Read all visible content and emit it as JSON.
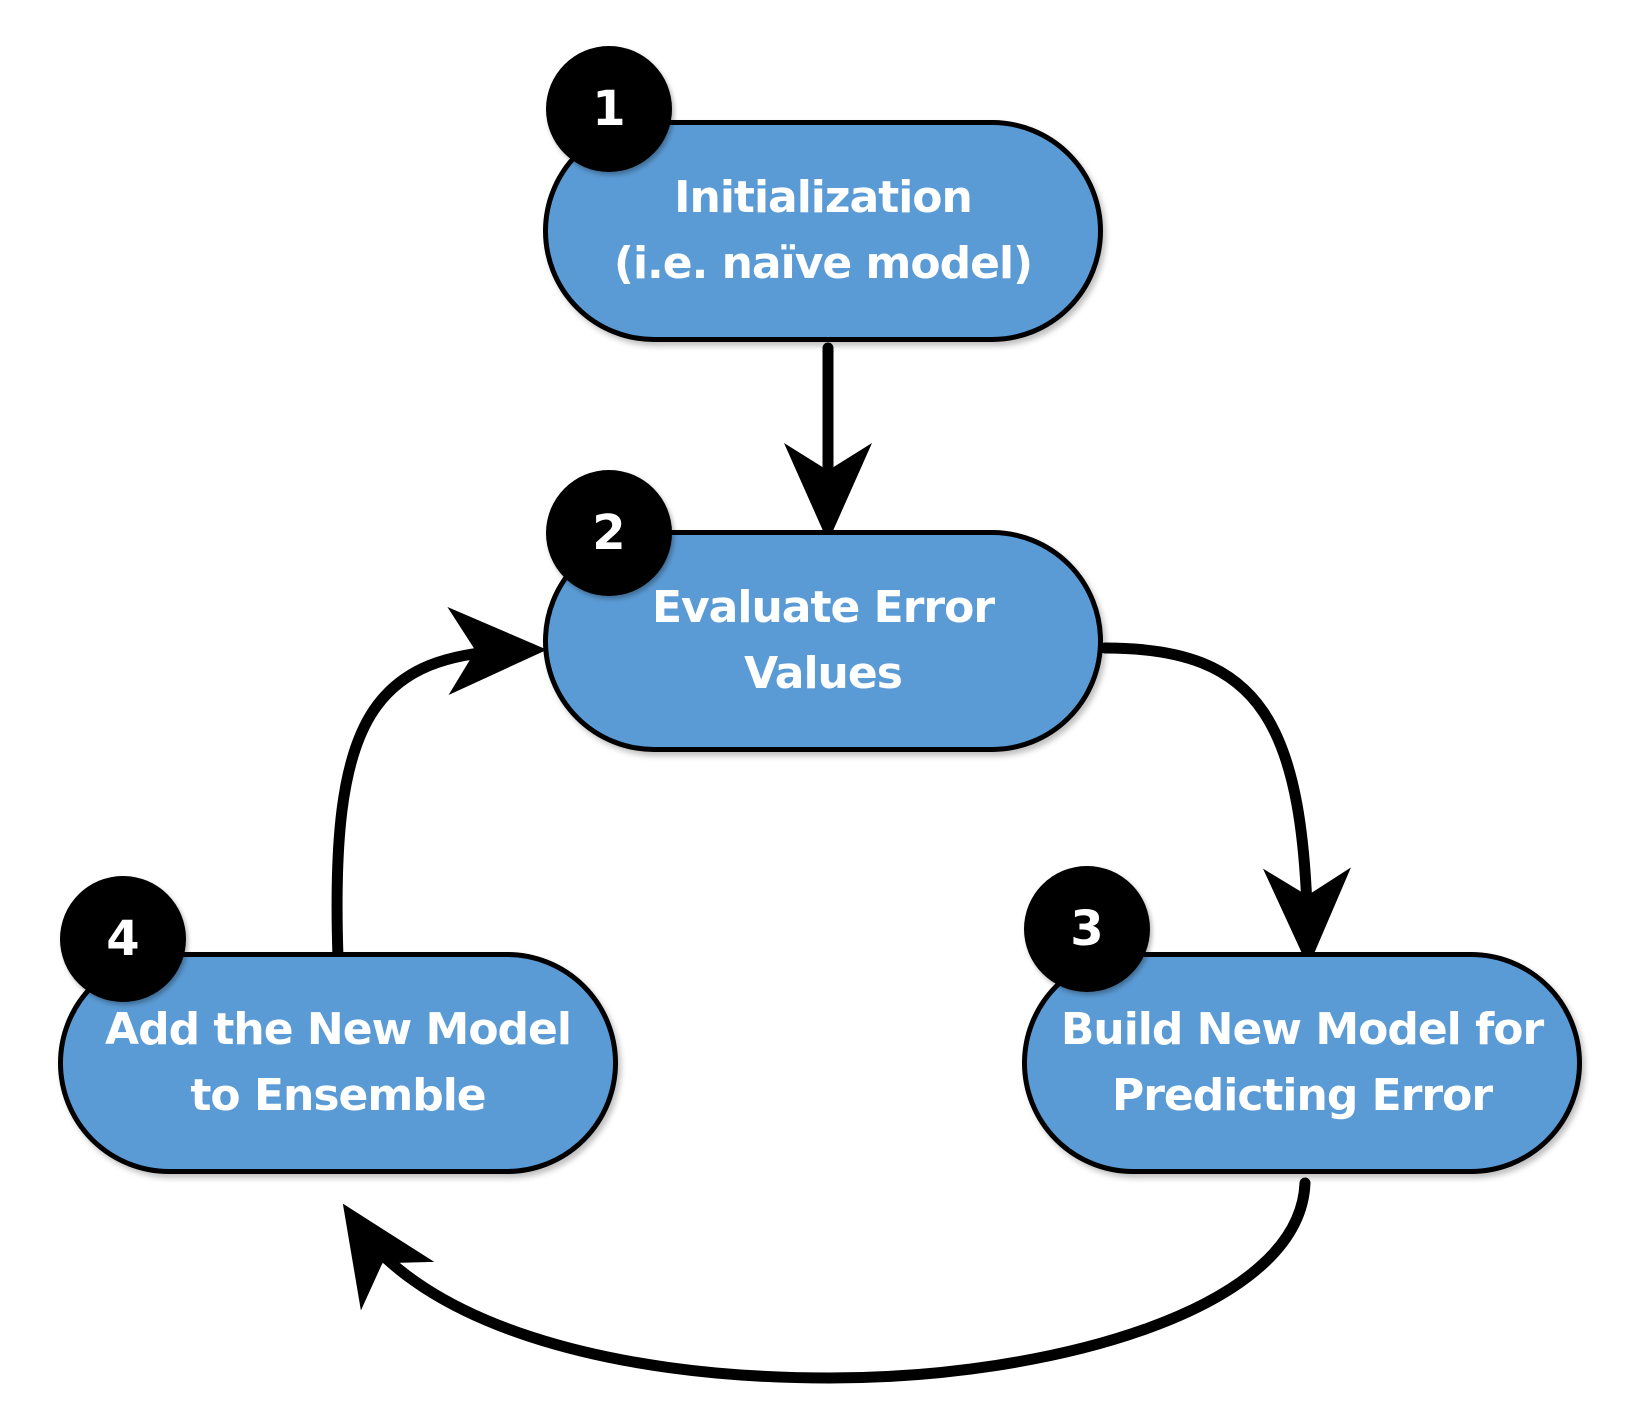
{
  "diagram": {
    "colors": {
      "node_fill": "#5b9bd5",
      "node_border": "#000000",
      "badge_fill": "#000000",
      "text": "#ffffff",
      "arrow": "#000000"
    },
    "nodes": [
      {
        "step": "1",
        "lines": [
          "Initialization",
          "(i.e. naïve model)"
        ]
      },
      {
        "step": "2",
        "lines": [
          "Evaluate Error",
          "Values"
        ]
      },
      {
        "step": "3",
        "lines": [
          "Build New Model for",
          "Predicting Error"
        ]
      },
      {
        "step": "4",
        "lines": [
          "Add the New Model",
          "to Ensemble"
        ]
      }
    ],
    "edges": [
      {
        "from": "1",
        "to": "2"
      },
      {
        "from": "2",
        "to": "3"
      },
      {
        "from": "3",
        "to": "4"
      },
      {
        "from": "4",
        "to": "2"
      }
    ]
  }
}
